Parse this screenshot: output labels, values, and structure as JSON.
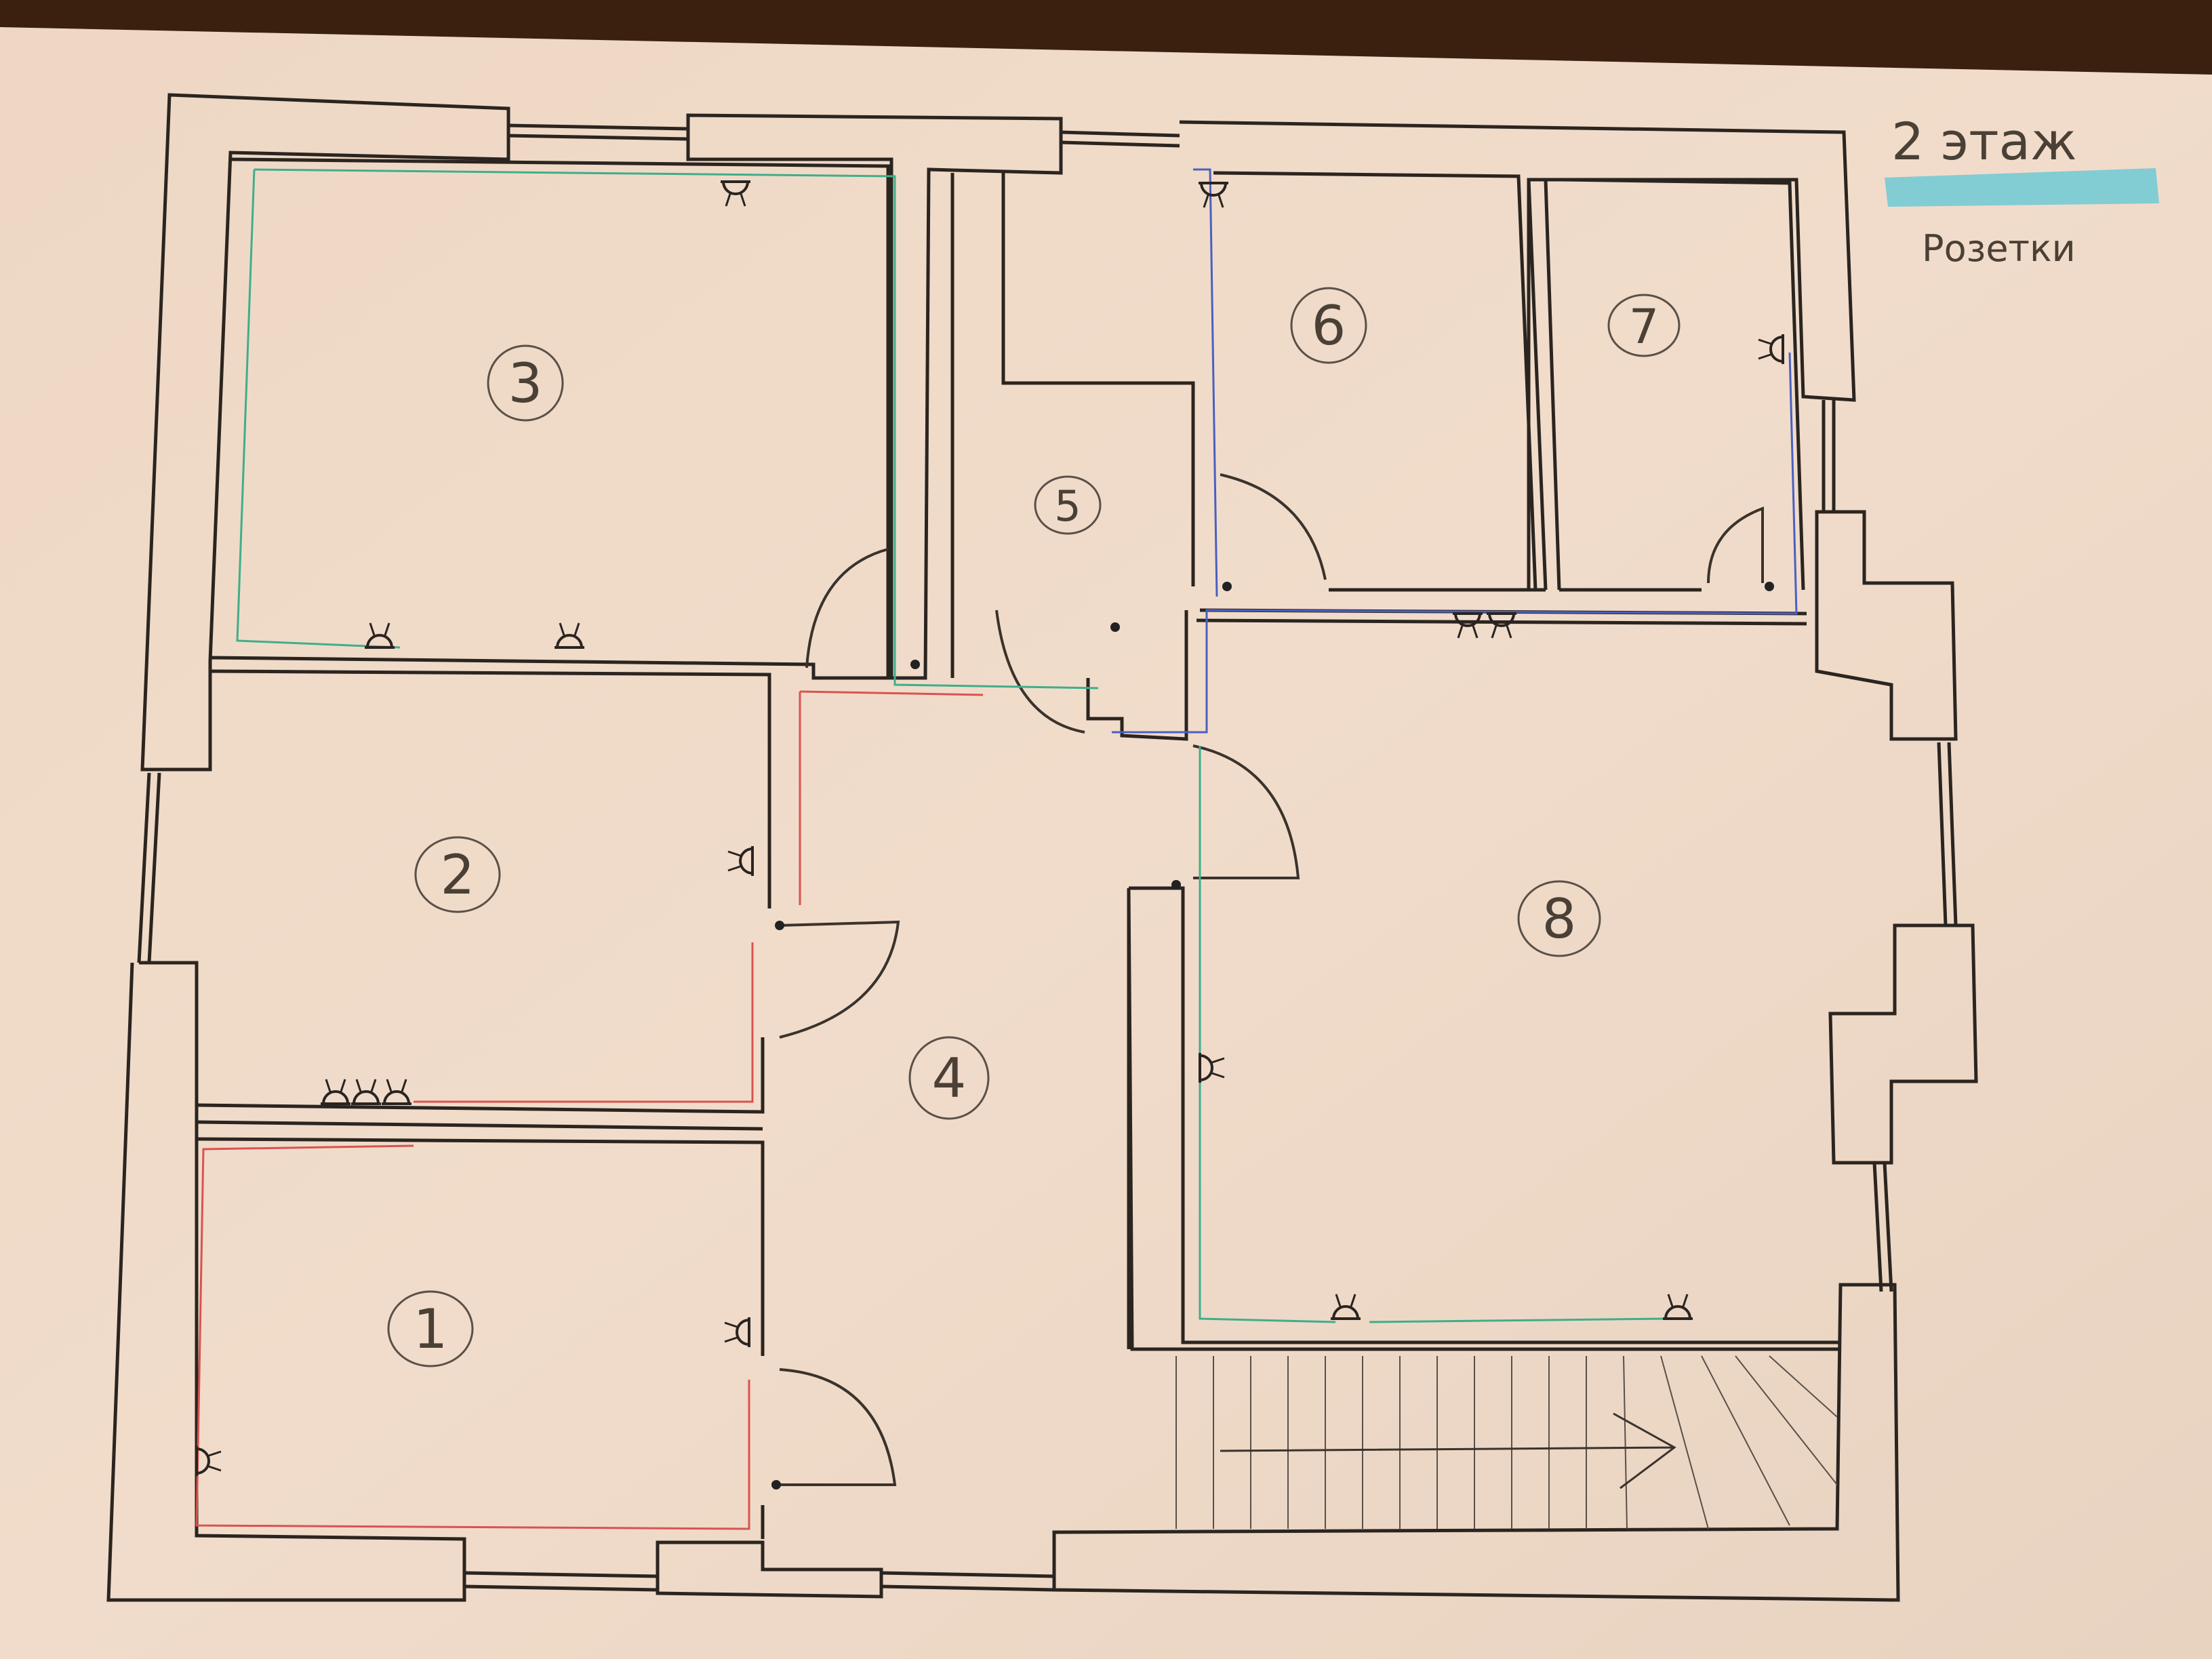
{
  "header": {
    "title": "2 этаж",
    "subtitle": "Розетки",
    "highlight_color": "#6ec9d6"
  },
  "rooms": [
    {
      "number": "1"
    },
    {
      "number": "2"
    },
    {
      "number": "3"
    },
    {
      "number": "4"
    },
    {
      "number": "5"
    },
    {
      "number": "6"
    },
    {
      "number": "7"
    },
    {
      "number": "8"
    }
  ],
  "wiring_colors": {
    "red": "#d9534f",
    "green": "#3fae8a",
    "blue": "#4a5fc1"
  },
  "symbols": {
    "socket": "socket-icon",
    "staircase": "staircase",
    "door": "door-swing"
  }
}
